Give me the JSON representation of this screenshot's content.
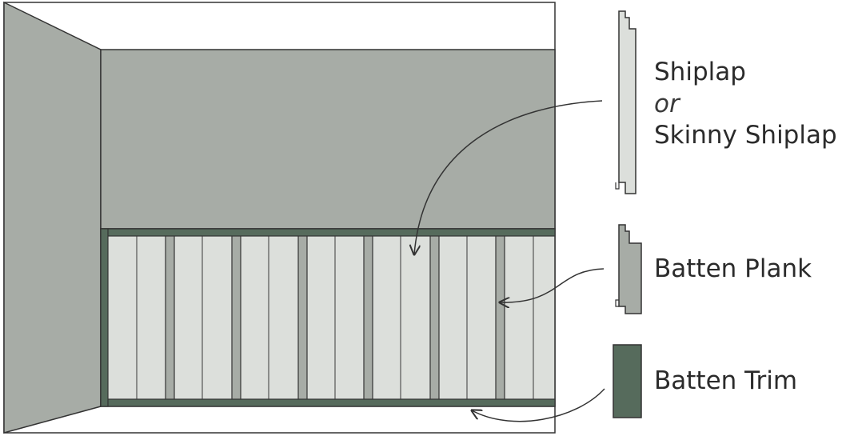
{
  "colors": {
    "wall": "#a7aca6",
    "panel": "#dcdfdb",
    "batten_plank": "#a7aca6",
    "batten_trim": "#566b5c",
    "outline": "#333333",
    "background": "#ffffff"
  },
  "labels": {
    "shiplap": "Shiplap",
    "or": "or",
    "skinny_shiplap": "Skinny Shiplap",
    "batten_plank": "Batten Plank",
    "batten_trim": "Batten Trim"
  }
}
